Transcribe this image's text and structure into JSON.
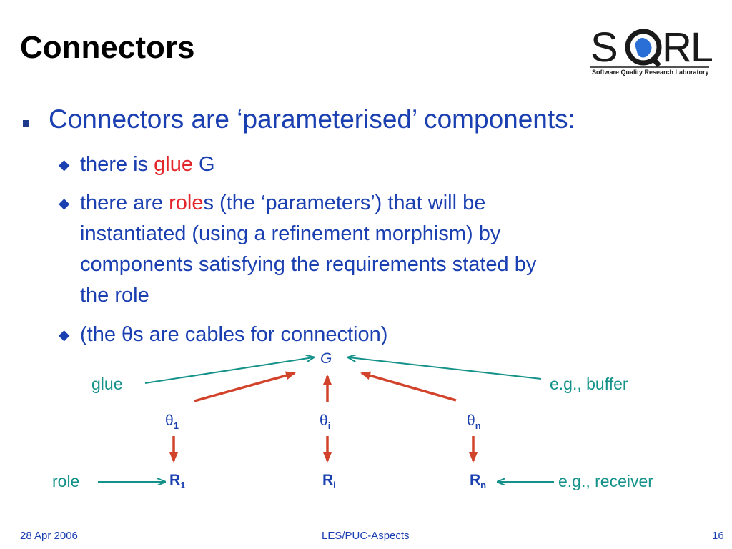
{
  "slide": {
    "title": "Connectors",
    "logo": {
      "name": "SQRL",
      "caption": "Software Quality Research Laboratory"
    },
    "bullets": {
      "main": "Connectors are ‘parameterised’ components:",
      "item1": {
        "before": "there is ",
        "highlight": "glue",
        "after": " G"
      },
      "item2": {
        "before": "there are ",
        "highlight": "role",
        "after_line1": "s (the ‘parameters’) that will be",
        "line2": "instantiated (using a refinement morphism) by",
        "line3": "components satisfying the requirements stated by",
        "line4": "the role"
      },
      "item3": {
        "before": "(the ",
        "theta": "θ",
        "after": "s are cables for connection)"
      }
    },
    "diagram": {
      "g_label": "G",
      "glue_label": "glue",
      "buffer_label": "e.g., buffer",
      "theta": "θ",
      "theta_sub": [
        "1",
        "i",
        "n"
      ],
      "r_label": "R",
      "r_sub": [
        "1",
        "i",
        "n"
      ],
      "role_label": "role",
      "receiver_label": "e.g., receiver"
    },
    "footer": {
      "date": "28 Apr 2006",
      "center": "LES/PUC-Aspects",
      "page": "16"
    },
    "colors": {
      "blue": "#1a3fb0",
      "red": "#e3262a",
      "teal": "#14928a",
      "arrow_red": "#d2432b"
    }
  }
}
